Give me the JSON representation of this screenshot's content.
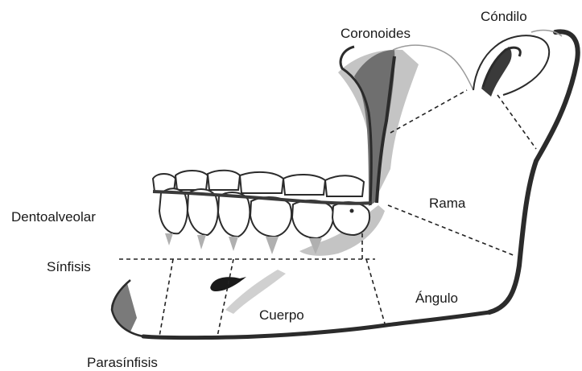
{
  "labels": {
    "condilo": "Cóndilo",
    "coronoides": "Coronoides",
    "rama": "Rama",
    "dentoalveolar": "Dentoalveolar",
    "sinfisis": "Sínfisis",
    "angulo": "Ángulo",
    "cuerpo": "Cuerpo",
    "parasinfisis": "Parasínfisis"
  },
  "colors": {
    "outline": "#2b2b2b",
    "shade_dark": "#6f6f6f",
    "shade_light": "#c4c4c4",
    "teeth_fill": "#ffffff",
    "region_lines": "#222222"
  }
}
